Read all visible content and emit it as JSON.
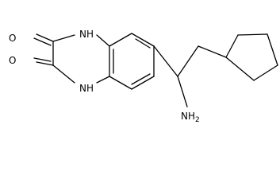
{
  "molecule": {
    "atoms": {
      "o_top": "O",
      "o_bottom": "O",
      "nh_top": "NH",
      "nh_bottom": "NH",
      "amine": "NH",
      "amine_sub": "2"
    }
  }
}
